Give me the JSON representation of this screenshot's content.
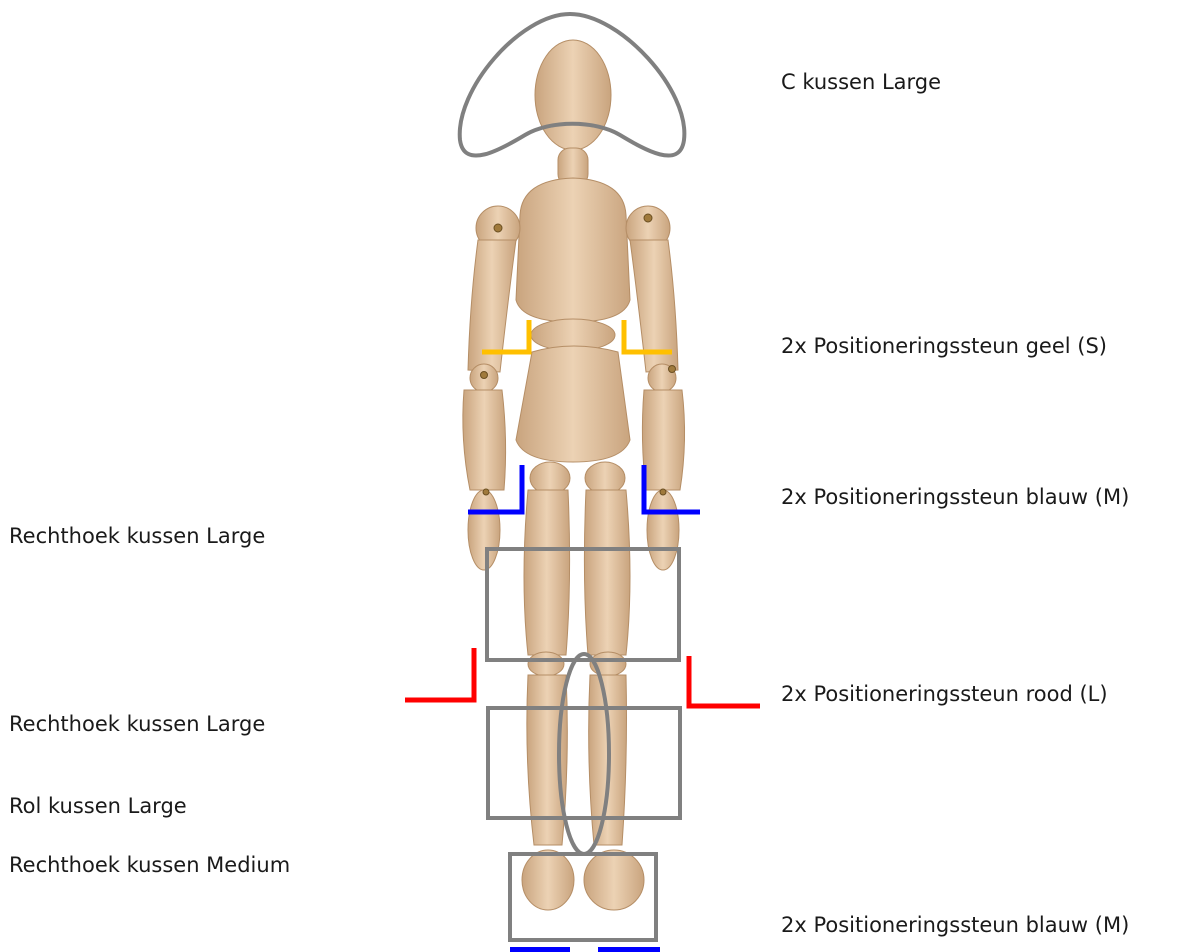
{
  "labels": {
    "right": [
      "C kussen Large",
      "2x Positioneringssteun geel (S)",
      "2x Positioneringssteun blauw (M)",
      "2x Positioneringssteun rood (L)",
      "2x Positioneringssteun blauw (M)"
    ],
    "left": [
      "Rechthoek kussen Large",
      "Rechthoek kussen Large",
      "Rol kussen Large",
      "Rechthoek kussen Medium"
    ]
  },
  "colors": {
    "wood": "#e3c4a2",
    "wood_dark": "#c9a47e",
    "pillow_outline": "#808080",
    "support_yellow": "#ffc000",
    "support_blue": "#0000ff",
    "support_red": "#ff0000"
  }
}
